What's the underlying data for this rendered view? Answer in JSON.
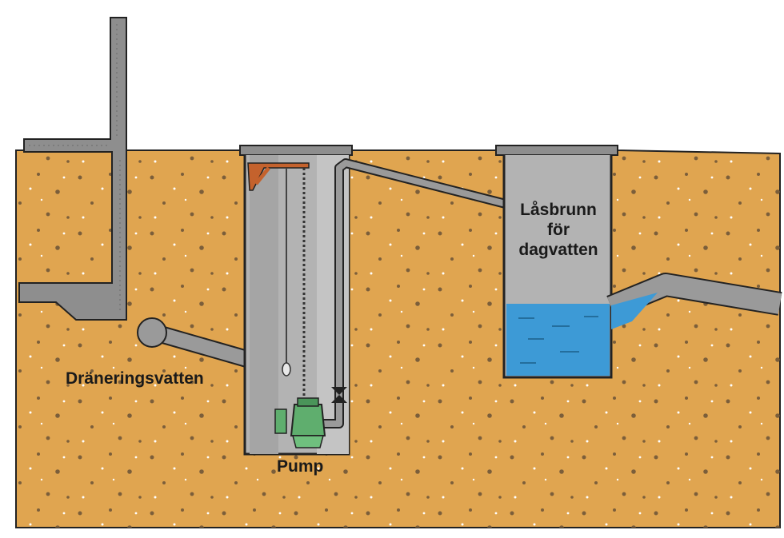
{
  "labels": {
    "drainage": "Dräneringsvatten",
    "pump": "Pump",
    "stormwater_well_line1": "Låsbrunn",
    "stormwater_well_line2": "för",
    "stormwater_well_line3": "dagvatten"
  },
  "colors": {
    "soil": "#E0A550",
    "soil_speck": "#8a6a40",
    "concrete": "#8e8e8e",
    "concrete_dark": "#555555",
    "well_interior": "#b3b3b3",
    "pipe": "#9a9a9a",
    "water": "#3d9ad6",
    "pump": "#5fae6e",
    "bracket": "#c4622d",
    "outline": "#222222"
  }
}
